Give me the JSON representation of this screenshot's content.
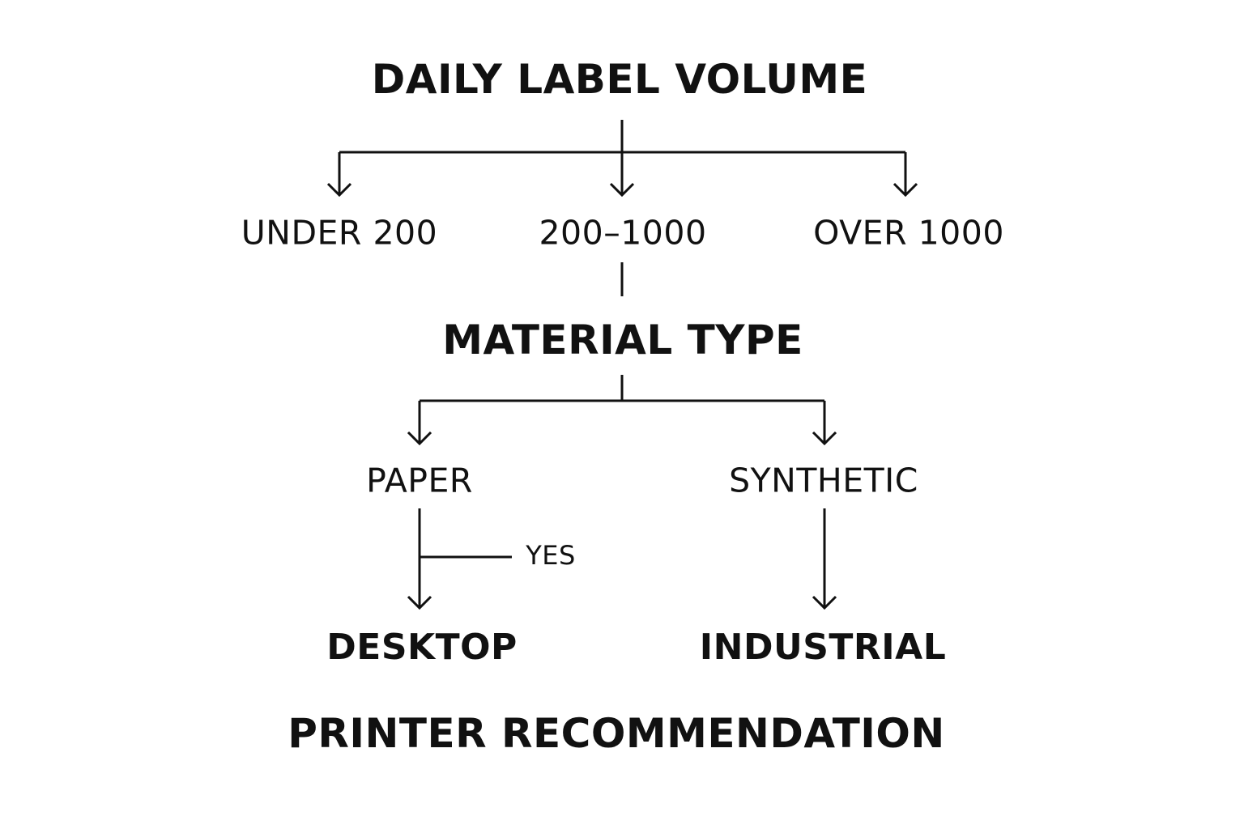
{
  "diagram": {
    "root": {
      "label": "DAILY LABEL VOLUME"
    },
    "volume_options": [
      {
        "label": "UNDER 200"
      },
      {
        "label": "200–1000"
      },
      {
        "label": "OVER 1000"
      }
    ],
    "material": {
      "label": "MATERIAL TYPE"
    },
    "material_options": [
      {
        "label": "PAPER"
      },
      {
        "label": "SYNTHETIC"
      }
    ],
    "branch_label": {
      "label": "YES"
    },
    "results": [
      {
        "label": "DESKTOP"
      },
      {
        "label": "INDUSTRIAL"
      }
    ],
    "footer": {
      "label": "PRINTER RECOMMENDATION"
    },
    "colors": {
      "line": "#111111",
      "text": "#111111",
      "background": "#ffffff"
    }
  }
}
